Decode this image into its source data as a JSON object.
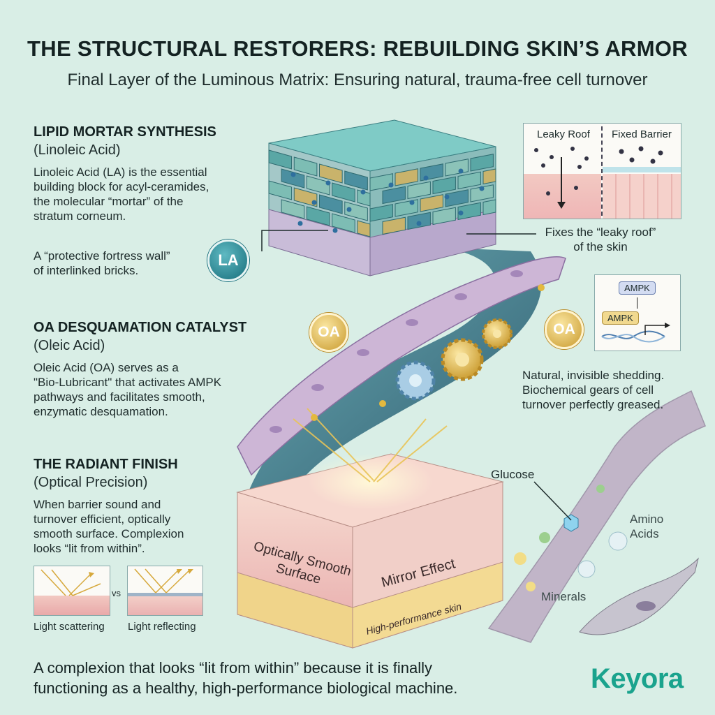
{
  "header": {
    "title": "THE STRUCTURAL RESTORERS: REBUILDING SKIN’S ARMOR",
    "subtitle": "Final Layer of the Luminous Matrix: Ensuring natural, trauma-free cell turnover"
  },
  "lipid": {
    "heading": "LIPID MORTAR SYNTHESIS",
    "subheading": "(Linoleic Acid)",
    "body": [
      "Linoleic Acid (LA) is the essential",
      "building block for acyl-ceramides,",
      "the molecular “mortar” of the",
      "stratum corneum."
    ],
    "note": [
      "A “protective fortress wall”",
      "of interlinked bricks."
    ],
    "badge": "LA",
    "callout": [
      "Fixes the “leaky roof”",
      "of the skin"
    ],
    "inset_left": "Leaky Roof",
    "inset_right": "Fixed Barrier"
  },
  "oa": {
    "heading": "OA DESQUAMATION CATALYST",
    "subheading": "(Oleic Acid)",
    "body": [
      "Oleic Acid (OA) serves as a",
      "\"Bio-Lubricant\" that activates AMPK",
      "pathways and facilitates smooth,",
      "enzymatic desquamation."
    ],
    "badge": "OA",
    "ampk_top": "AMPK",
    "ampk_bottom": "AMPK",
    "note": [
      "Natural, invisible shedding.",
      "Biochemical gears of cell",
      "turnover perfectly greased."
    ]
  },
  "radiant": {
    "heading": "THE RADIANT FINISH",
    "subheading": "(Optical Precision)",
    "body": [
      "When barrier sound and",
      "turnover efficient, optically",
      "smooth surface. Complexion",
      "looks “lit from within”."
    ],
    "vs": "vs",
    "scatter_label": "Light scattering",
    "reflect_label": "Light reflecting",
    "block_left": [
      "Optically Smooth",
      "Surface"
    ],
    "block_right": "Mirror Effect",
    "block_base": "High-performance skin"
  },
  "nutrients": {
    "glucose": "Glucose",
    "amino": [
      "Amino",
      "Acids"
    ],
    "minerals": "Minerals"
  },
  "footer": {
    "text": [
      "A complexion that looks “lit from within” because it is finally",
      "functioning as a healthy, high-performance biological machine."
    ],
    "brand": "Keyora"
  },
  "colors": {
    "background": "#d9eee6",
    "teal": "#1f7f8a",
    "gold": "#d8b44a",
    "skin_pink": "#f0c7c0",
    "brand": "#1aa38d"
  }
}
